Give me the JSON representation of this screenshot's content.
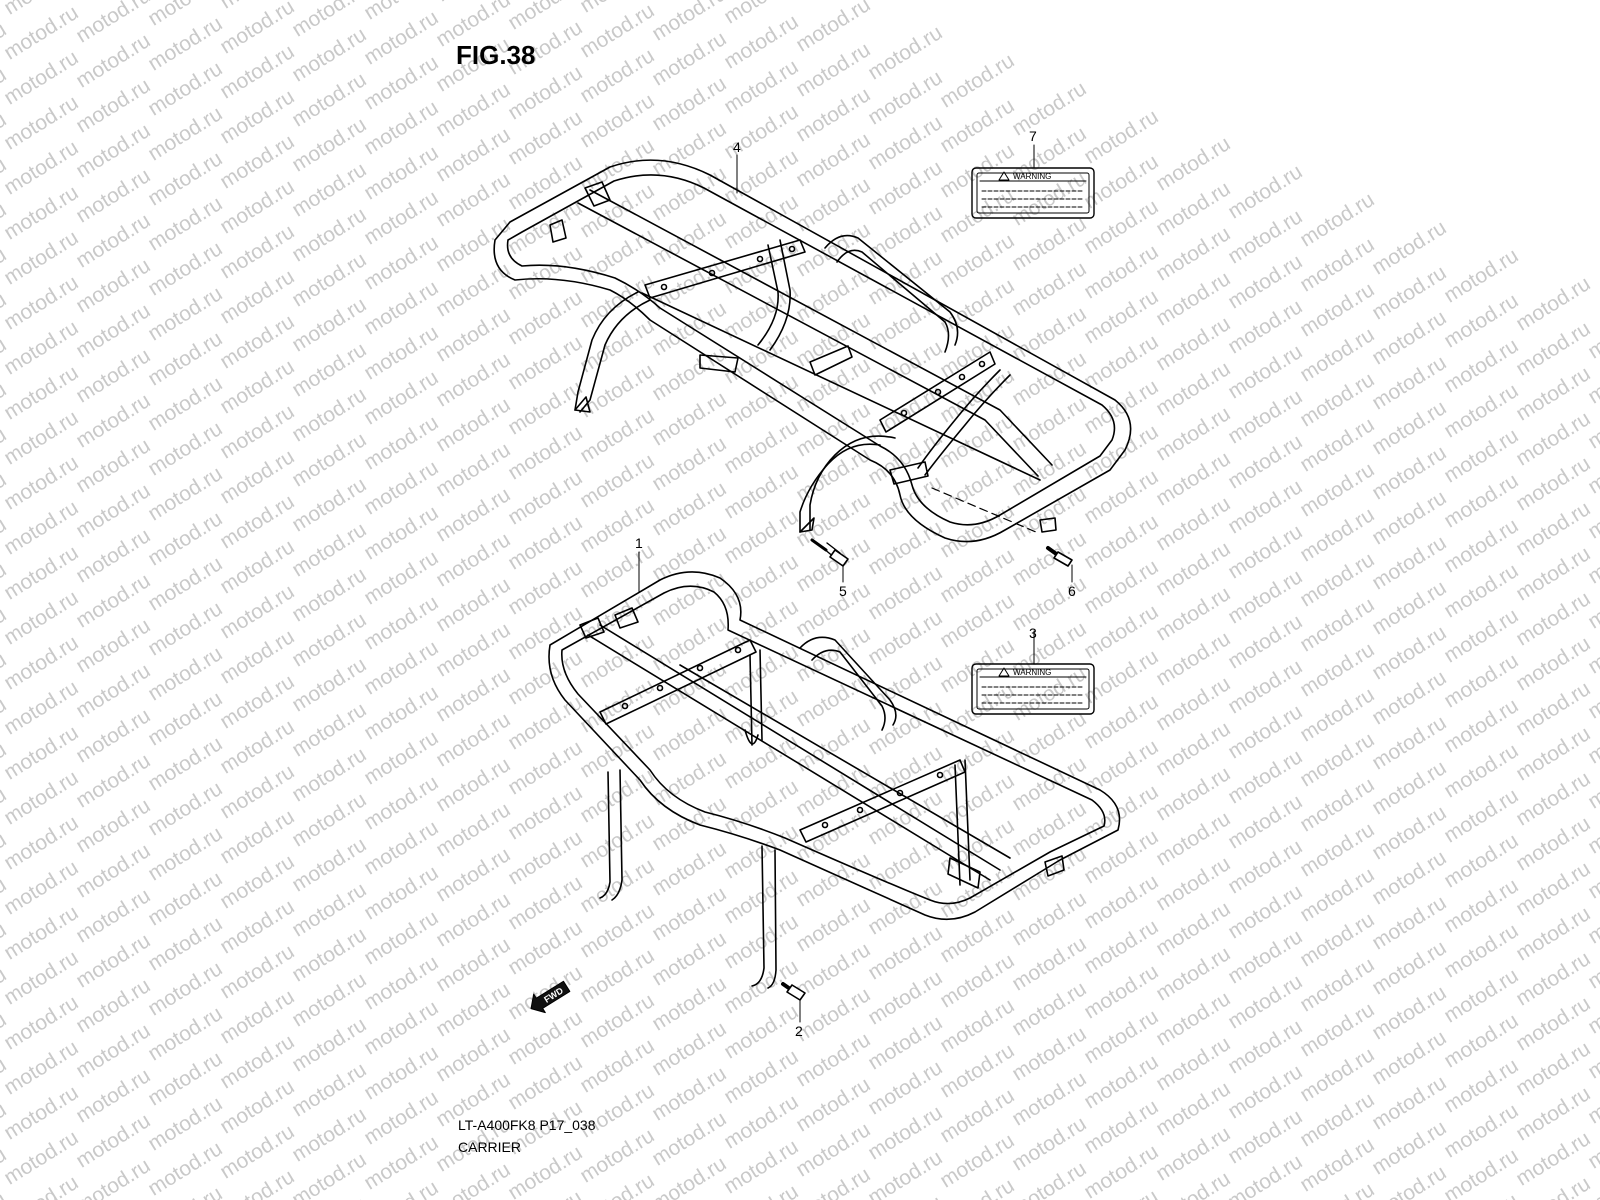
{
  "figure": {
    "title": "FIG.38",
    "model_code": "LT-A400FK8 P17_038",
    "section_name": "CARRIER"
  },
  "watermark": {
    "text": "motod.ru",
    "color": "#c9c9c9"
  },
  "callouts": [
    {
      "id": "callout-1",
      "text": "1"
    },
    {
      "id": "callout-2",
      "text": "2"
    },
    {
      "id": "callout-3",
      "text": "3"
    },
    {
      "id": "callout-4",
      "text": "4"
    },
    {
      "id": "callout-5",
      "text": "5"
    },
    {
      "id": "callout-6",
      "text": "6"
    },
    {
      "id": "callout-7",
      "text": "7"
    }
  ],
  "warning_labels": [
    {
      "text": "WARNING"
    },
    {
      "text": "WARNING"
    }
  ],
  "direction_arrow": {
    "text": "FWD"
  },
  "icons": [
    "warning-triangle-icon",
    "fwd-arrow-icon",
    "bolt-icon"
  ]
}
